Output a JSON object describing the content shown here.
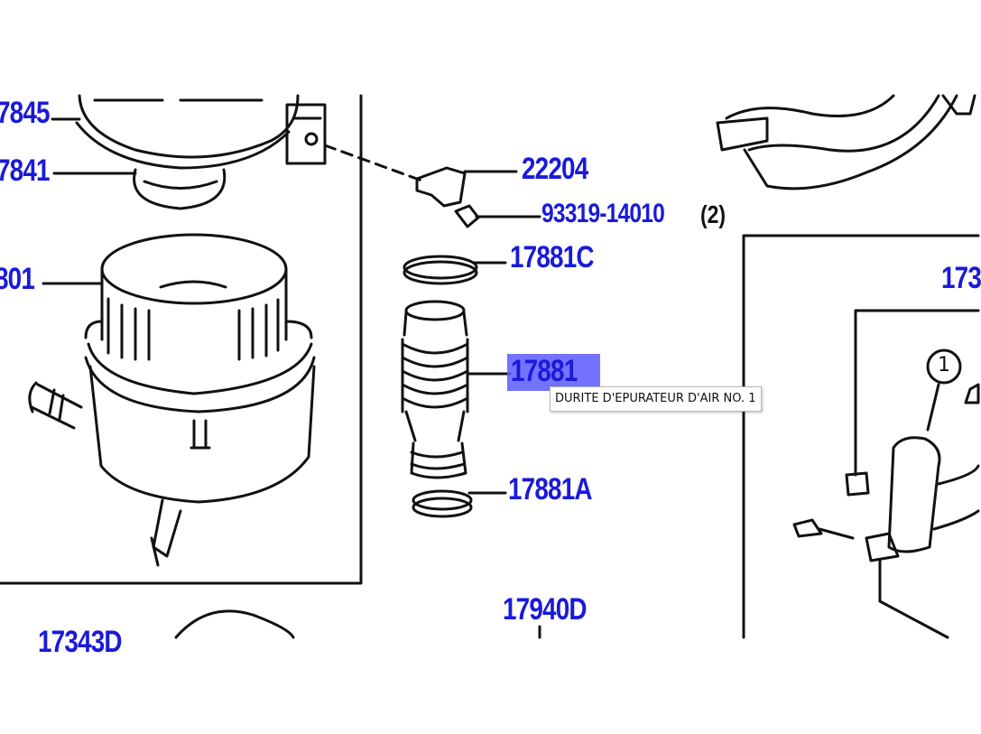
{
  "diagram": {
    "labels": {
      "p17845": "7845",
      "p17841": "7841",
      "p17801": "801",
      "p22204": "22204",
      "p93319": "93319-14010",
      "p93319_qty": "(2)",
      "p17881C": "17881C",
      "p17881": "17881",
      "p17881A": "17881A",
      "p17940D": "17940D",
      "p173": "173",
      "p17343D": "17343D"
    },
    "callout_number": "1",
    "highlighted_part": "17881"
  },
  "tooltip": {
    "text": "DURITE D'EPURATEUR D'AIR NO. 1"
  },
  "colors": {
    "label_blue": "#1a1ad9",
    "highlight": "#5b5bff",
    "line": "#111111"
  }
}
